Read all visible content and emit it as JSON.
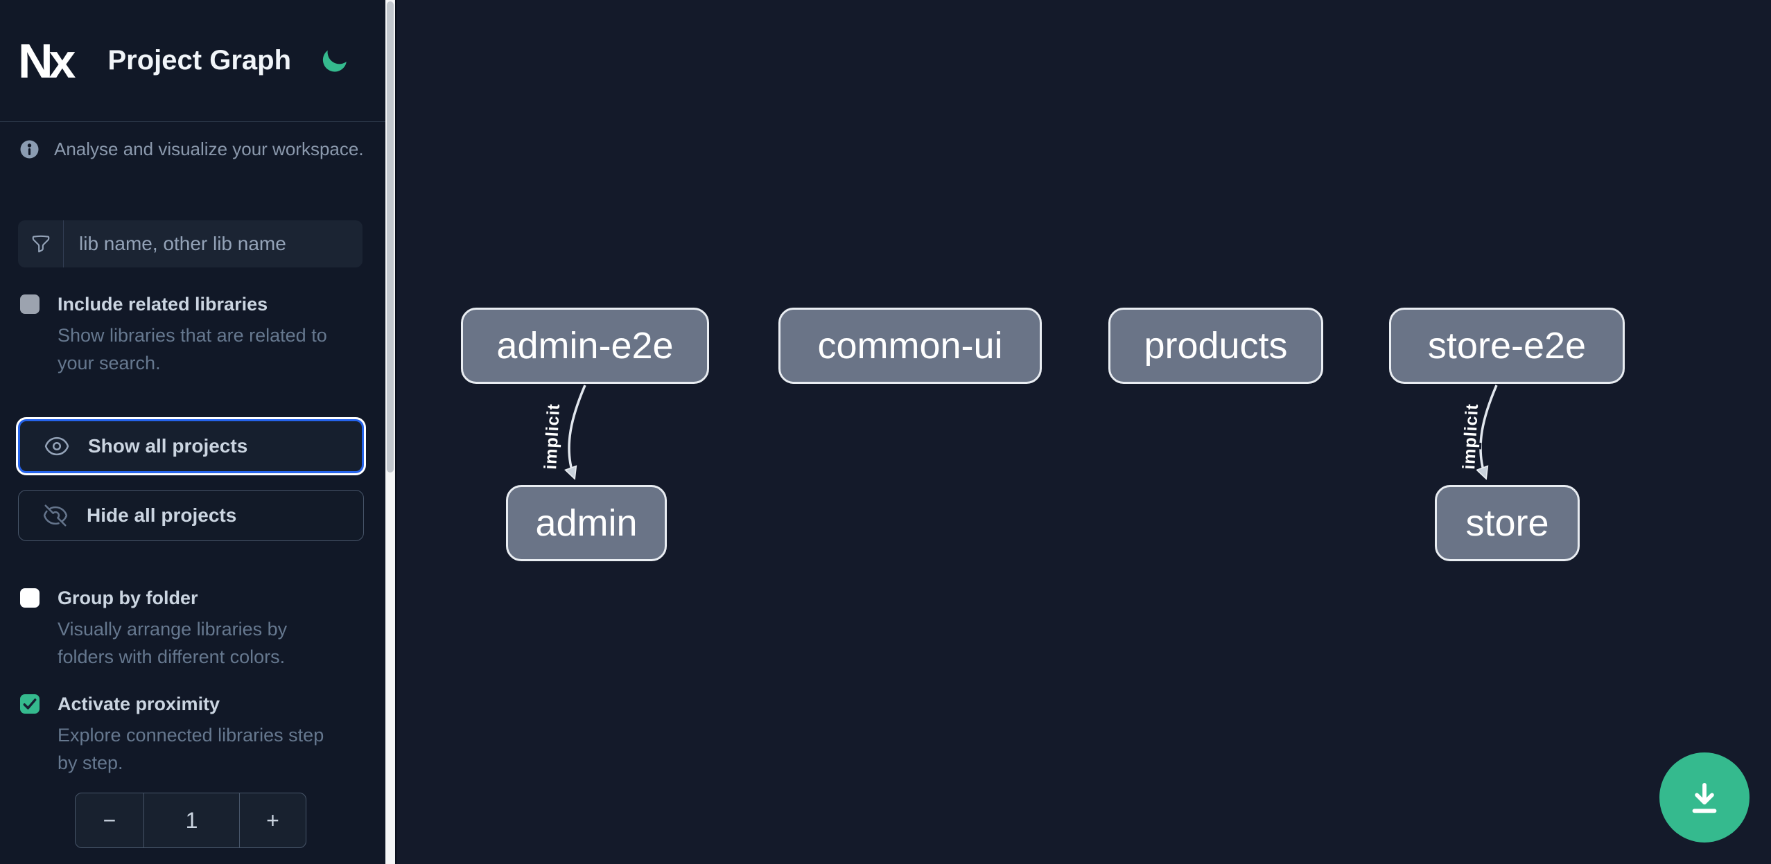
{
  "header": {
    "logo_text": "Nx",
    "title": "Project Graph"
  },
  "sidebar": {
    "tagline": "Analyse and visualize your workspace.",
    "search": {
      "placeholder": "lib name, other lib name",
      "icon": "funnel-icon"
    },
    "checkboxes": [
      {
        "label": "Include related libraries",
        "checked": false,
        "description_lines": [
          "Show libraries that are related to",
          "your search."
        ]
      },
      {
        "label": "Group by folder",
        "checked": false,
        "description_lines": [
          "Visually arrange libraries by",
          "folders with different colors."
        ]
      },
      {
        "label": "Activate proximity",
        "checked": true,
        "description_lines": [
          "Explore connected libraries step",
          "by step."
        ]
      }
    ],
    "buttons": [
      {
        "label": "Show all projects",
        "icon": "eye-icon",
        "focused": true
      },
      {
        "label": "Hide all projects",
        "icon": "eye-slash-icon",
        "focused": false
      }
    ],
    "proximity_stepper": {
      "decrement_label": "−",
      "value": "1",
      "increment_label": "+"
    }
  },
  "graph": {
    "nodes": [
      {
        "label": "admin-e2e"
      },
      {
        "label": "common-ui"
      },
      {
        "label": "products"
      },
      {
        "label": "store-e2e"
      },
      {
        "label": "admin"
      },
      {
        "label": "store"
      }
    ],
    "edges": [
      {
        "from": "admin-e2e",
        "to": "admin",
        "label": "implicit",
        "type": "implicit"
      },
      {
        "from": "store-e2e",
        "to": "store",
        "label": "implicit",
        "type": "implicit"
      }
    ]
  },
  "fab": {
    "icon": "download-icon"
  },
  "colors": {
    "accent_teal": "#35ba8e",
    "focus_blue": "#2563eb",
    "node_fill": "#6a7487",
    "sidebar_bg": "#111827",
    "canvas_bg": "#141a2a"
  }
}
